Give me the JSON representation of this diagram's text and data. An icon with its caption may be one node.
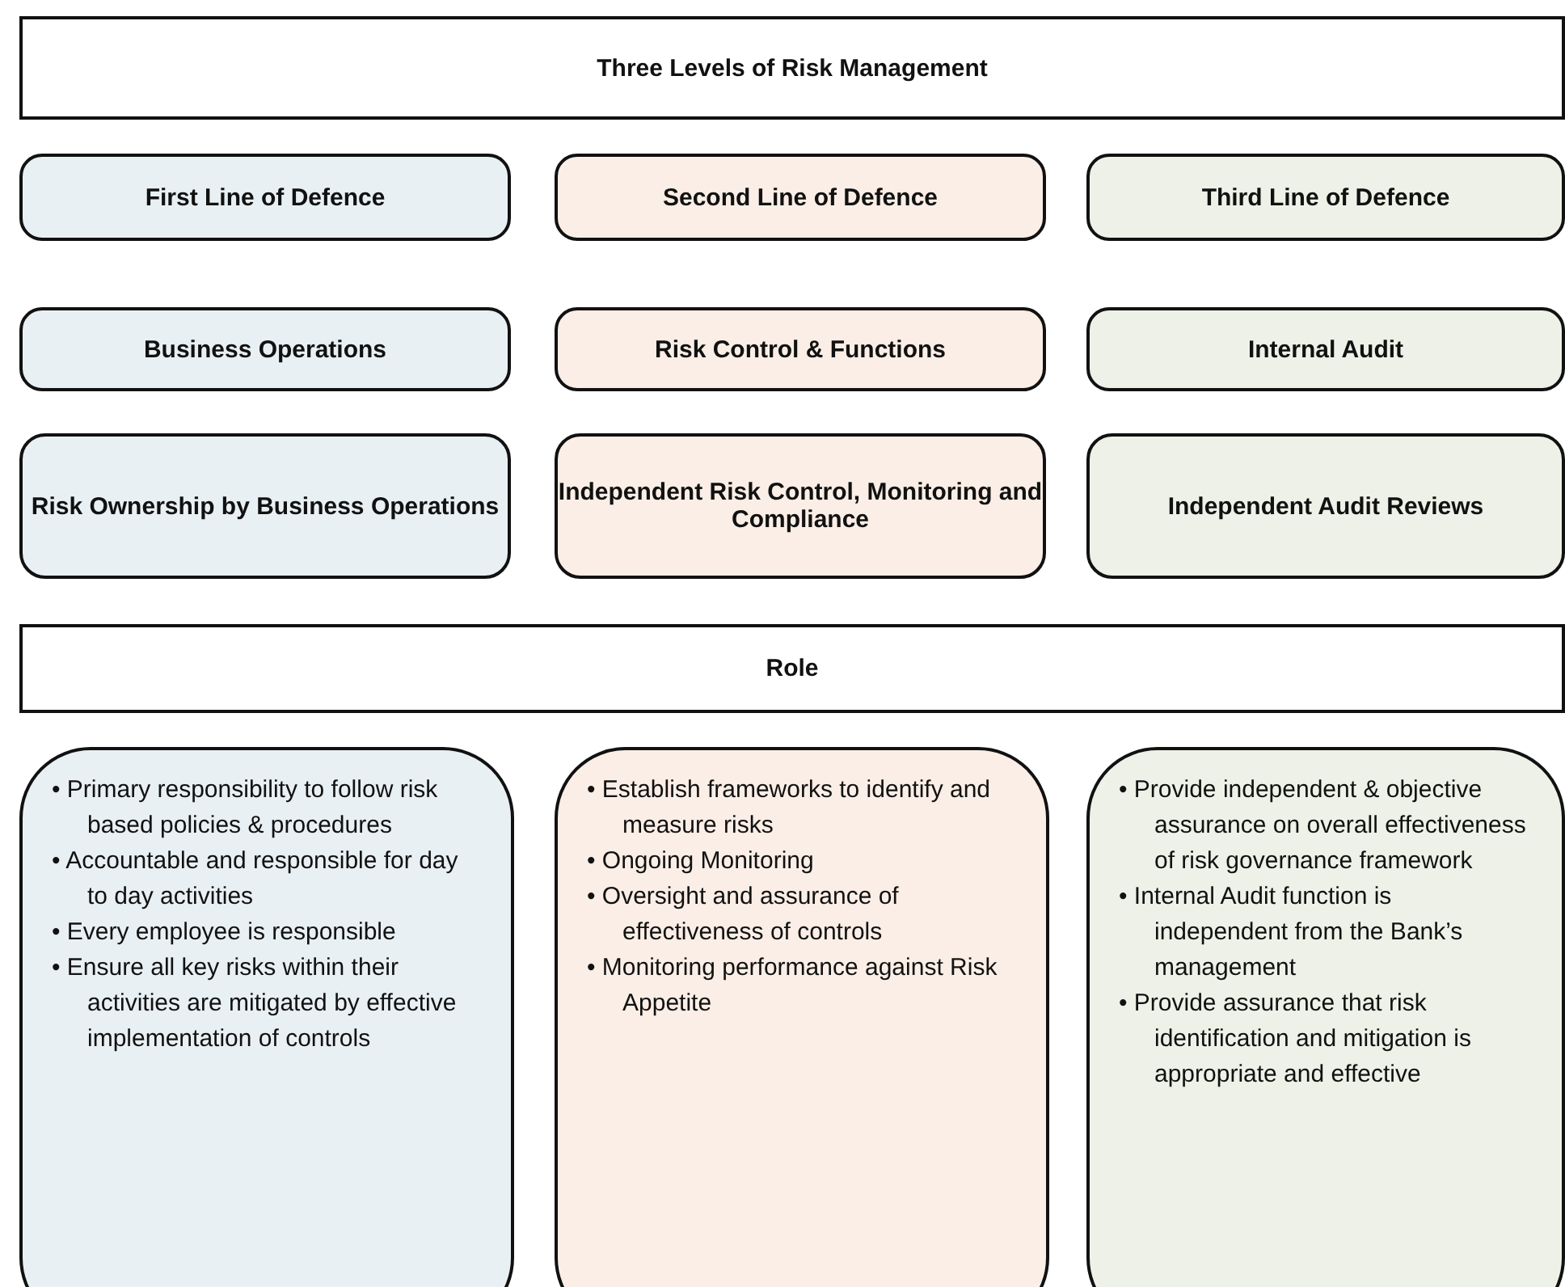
{
  "diagram": {
    "nodes": [
      {
        "text": [
          "Three Levels of Risk Management"
        ]
      },
      {
        "text": [
          "First Line of Defence"
        ]
      },
      {
        "text": [
          "Second Line of Defence"
        ]
      },
      {
        "text": [
          "Third Line of Defence"
        ]
      },
      {
        "text": [
          "Business Operations"
        ]
      },
      {
        "text": [
          "Risk Control & Functions"
        ]
      },
      {
        "text": [
          "Internal Audit"
        ]
      },
      {
        "text": [
          "Risk Ownership by Business Operations"
        ]
      },
      {
        "text": [
          "Independent Risk Control, Monitoring and Compliance"
        ]
      },
      {
        "text": [
          "Independent Audit Reviews"
        ]
      },
      {
        "text": [
          "Role"
        ]
      },
      {
        "text": [
          "• Primary responsibility to follow risk based policies & procedures",
          "• Accountable and responsible for day to day activities",
          "• Every employee is responsible",
          "• Ensure all key risks within their activities are mitigated by effective implementation of controls"
        ]
      },
      {
        "text": [
          "• Establish frameworks to identify and measure risks",
          "• Ongoing Monitoring",
          "• Oversight and assurance of effectiveness of controls",
          "• Monitoring performance against Risk Appetite"
        ]
      },
      {
        "text": [
          "• Provide independent & objective assurance on overall effectiveness of risk governance framework",
          "• Internal Audit function is independent from the Bank’s management",
          "• Provide assurance that risk identification and mitigation is appropriate and effective"
        ]
      }
    ]
  }
}
